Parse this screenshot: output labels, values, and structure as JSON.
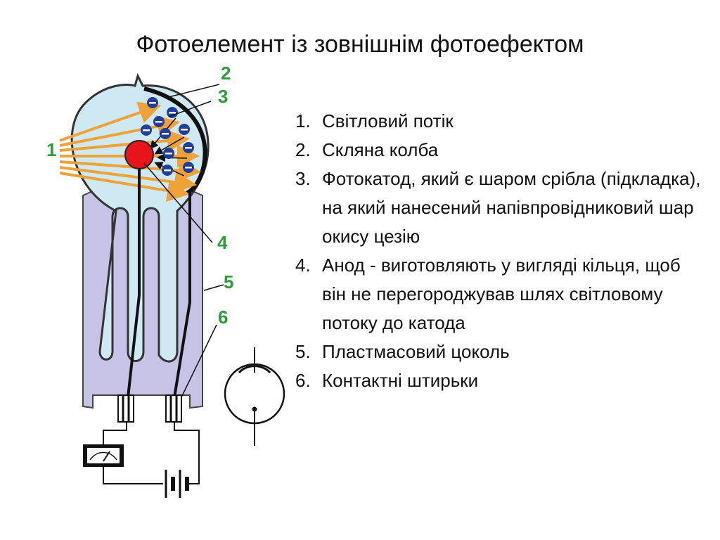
{
  "title": "Фотоелемент із зовнішнім фотоефектом",
  "callouts": [
    "1",
    "2",
    "3",
    "4",
    "5",
    "6"
  ],
  "legend": [
    {
      "num": "1.",
      "text": "Світловий потік"
    },
    {
      "num": "2.",
      "text": "Скляна колба"
    },
    {
      "num": "3.",
      "text": "Фотокатод, який є шаром срібла (підкладка), на який нанесений напівпровідниковий шар окису цезію"
    },
    {
      "num": "4.",
      "text": "Анод - виготовляють у вигляді кільця, щоб він не перегороджував шлях світловому потоку до катода"
    },
    {
      "num": "5.",
      "text": "Пластмасовий цоколь"
    },
    {
      "num": "6.",
      "text": "Контактні штирьки"
    }
  ],
  "colors": {
    "glass": "#cfe9f2",
    "base": "#c5c4e6",
    "light_rays": "#f0a23a",
    "anode": "#e8141c",
    "electrons": "#1f3f9a",
    "callout_text": "#2e9c3a"
  }
}
